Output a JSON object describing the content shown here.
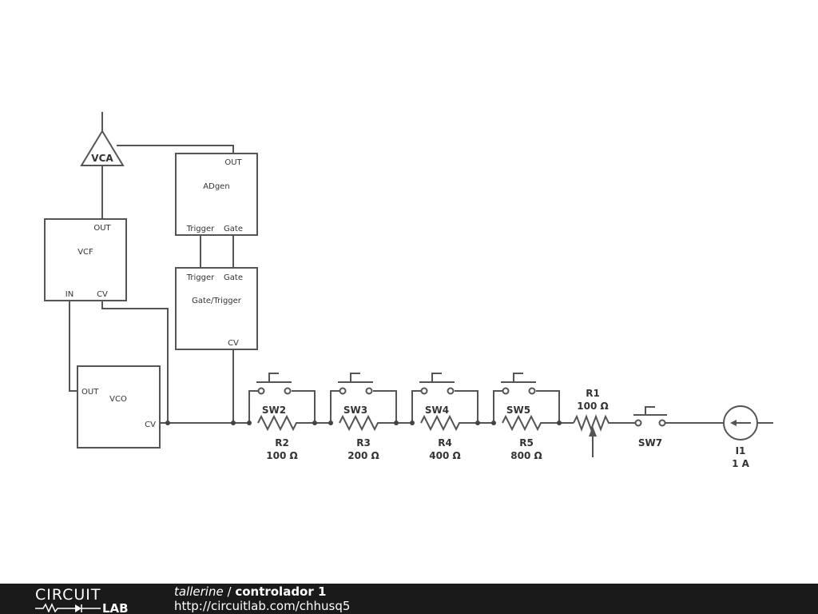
{
  "components": {
    "vca": {
      "name": "VCA"
    },
    "adgen": {
      "name": "ADgen",
      "pins": {
        "out": "OUT",
        "trigger": "Trigger",
        "gate": "Gate"
      }
    },
    "vcf": {
      "name": "VCF",
      "pins": {
        "out": "OUT",
        "in": "IN",
        "cv": "CV"
      }
    },
    "gate_trigger": {
      "name": "Gate/Trigger",
      "pins": {
        "trigger": "Trigger",
        "gate": "Gate",
        "cv": "CV"
      }
    },
    "vco": {
      "name": "VCO",
      "pins": {
        "out": "OUT",
        "cv": "CV"
      }
    },
    "switches": [
      "SW2",
      "SW3",
      "SW4",
      "SW5"
    ],
    "resistors": [
      {
        "name": "R2",
        "value": "100 Ω"
      },
      {
        "name": "R3",
        "value": "200 Ω"
      },
      {
        "name": "R4",
        "value": "400 Ω"
      },
      {
        "name": "R5",
        "value": "800 Ω"
      }
    ],
    "potentiometer": {
      "name": "R1",
      "value": "100 Ω"
    },
    "sw7": {
      "name": "SW7"
    },
    "current_source": {
      "name": "I1",
      "value": "1 A"
    }
  },
  "footer": {
    "logo": "CIRCUIT LAB",
    "author": "tallerine",
    "separator": " / ",
    "title": "controlador 1",
    "url": "http://circuitlab.com/chhusq5"
  }
}
